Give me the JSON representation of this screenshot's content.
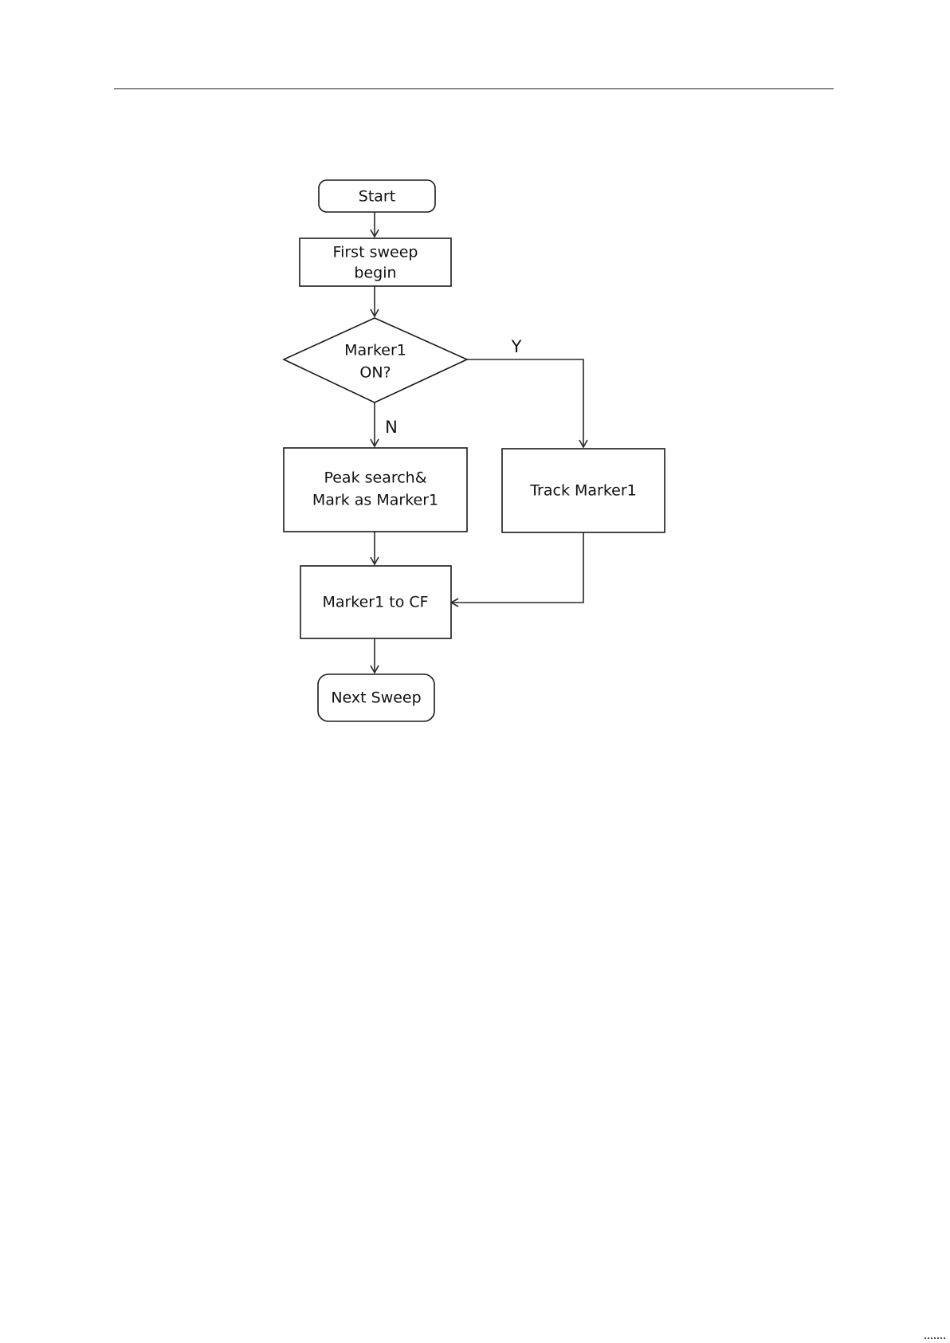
{
  "flowchart": {
    "nodes": {
      "start": {
        "lines": [
          "Start"
        ]
      },
      "first_sweep": {
        "lines": [
          "First sweep",
          "begin"
        ]
      },
      "marker1_on": {
        "lines": [
          "Marker1",
          "ON?"
        ]
      },
      "peak_search": {
        "lines": [
          "Peak search&",
          "Mark as Marker1"
        ]
      },
      "track_marker1": {
        "lines": [
          "Track Marker1"
        ]
      },
      "marker1_to_cf": {
        "lines": [
          "Marker1 to CF"
        ]
      },
      "next_sweep": {
        "lines": [
          "Next Sweep"
        ]
      }
    },
    "edges": {
      "yes_label": "Y",
      "no_label": "N"
    }
  }
}
